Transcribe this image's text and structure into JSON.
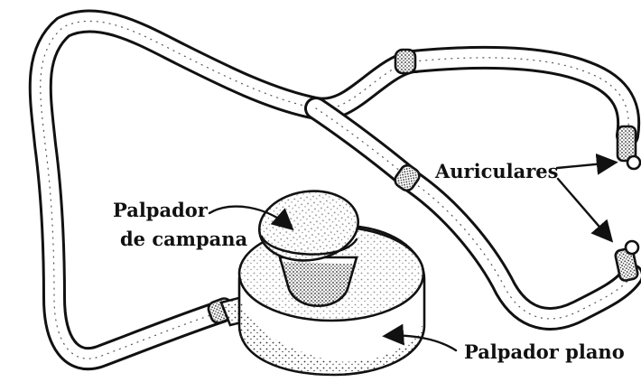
{
  "labels": {
    "bell_chestpiece": [
      "Palpador",
      "de campana"
    ],
    "earpieces": "Auriculares",
    "diaphragm_chestpiece": "Palpador plano"
  }
}
